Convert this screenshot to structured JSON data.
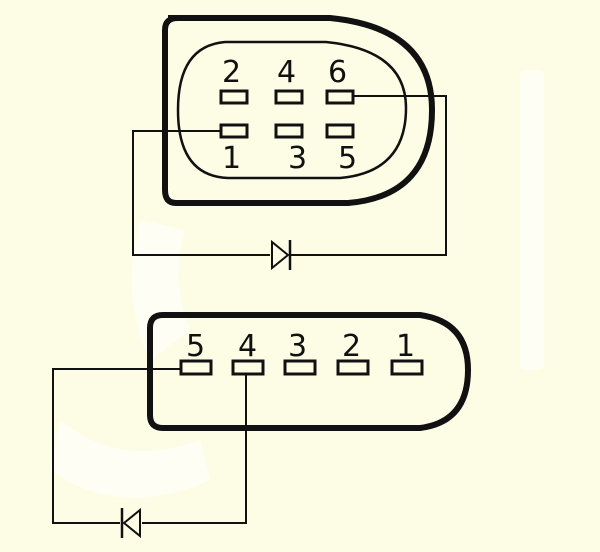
{
  "connector_top": {
    "pins_upper_row": [
      "2",
      "4",
      "6"
    ],
    "pins_lower_row": [
      "1",
      "3",
      "5"
    ]
  },
  "connector_bottom": {
    "pins": [
      "5",
      "4",
      "3",
      "2",
      "1"
    ]
  },
  "colors": {
    "background": "#fdfde6",
    "ink": "#111111"
  }
}
